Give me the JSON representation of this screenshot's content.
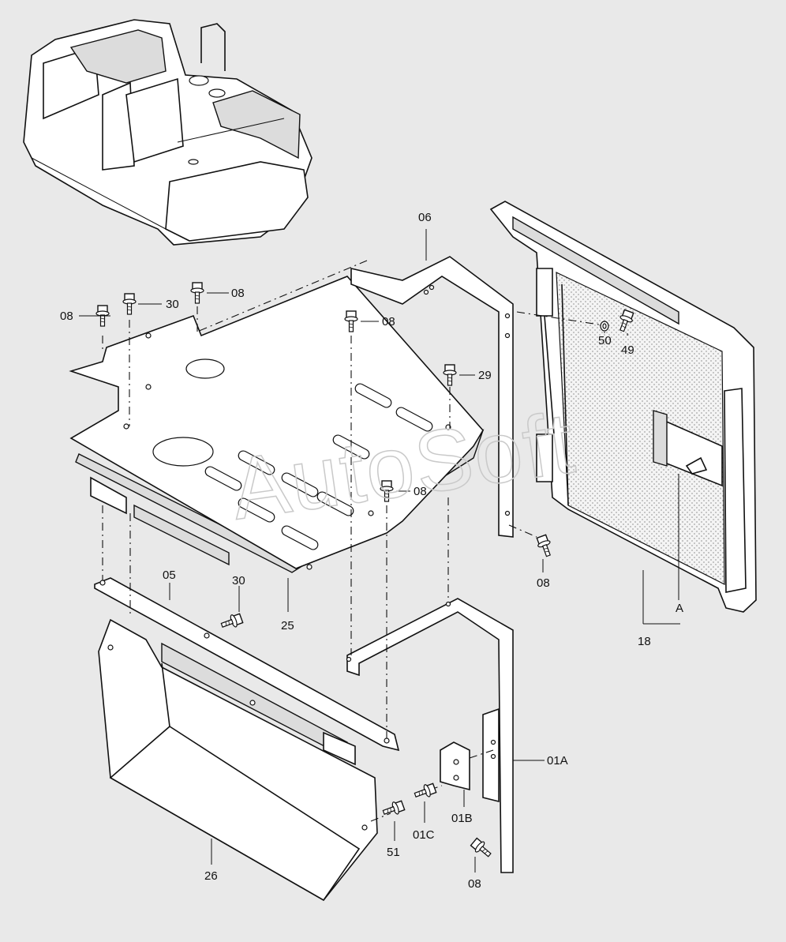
{
  "watermark": "AutoSoft",
  "callouts": {
    "c06": "06",
    "c08_a": "08",
    "c30_a": "30",
    "c08_b": "08",
    "c08_c": "08",
    "c29": "29",
    "c50": "50",
    "c49": "49",
    "c08_d": "08",
    "c08_e": "08",
    "cA": "A",
    "c18": "18",
    "c05": "05",
    "c30_b": "30",
    "c25": "25",
    "c01A": "01A",
    "c01B": "01B",
    "c01C": "01C",
    "c51": "51",
    "c26": "26",
    "c08_f": "08"
  },
  "icons": [
    "bolt-icon",
    "washer-icon"
  ]
}
